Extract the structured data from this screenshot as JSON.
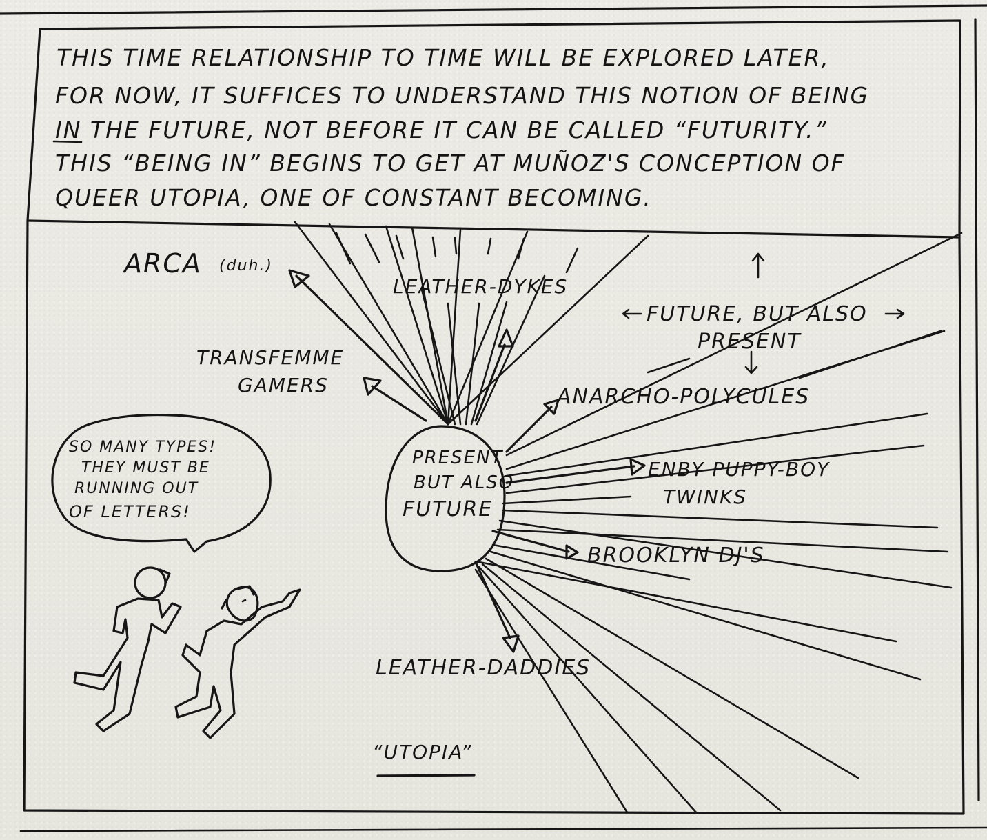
{
  "caption_lines": [
    "THIS TIME RELATIONSHIP TO TIME WILL BE EXPLORED LATER,",
    "FOR NOW, IT SUFFICES TO UNDERSTAND THIS NOTION OF BEING",
    "IN THE FUTURE, NOT BEFORE IT CAN BE CALLED “FUTURITY.”",
    "THIS “BEING IN” BEGINS TO GET AT MUÑOZ'S CONCEPTION OF",
    "QUEER UTOPIA, ONE OF CONSTANT BECOMING."
  ],
  "labels": {
    "arca": "ARCA",
    "arca_note": "(duh.)",
    "leather_dykes": "LEATHER-DYKES",
    "future_also_present_1": "FUTURE, BUT ALSO",
    "future_also_present_2": "PRESENT",
    "transfemme_1": "TRANSFEMME",
    "transfemme_2": "GAMERS",
    "anarcho": "ANARCHO-POLYCULES",
    "enby_1": "ENBY PUPPY-BOY",
    "enby_2": "TWINKS",
    "brooklyn": "BROOKLYN DJ'S",
    "leather_daddies": "LEATHER-DADDIES",
    "utopia": "“UTOPIA”"
  },
  "center_lines": [
    "PRESENT",
    "BUT ALSO",
    "FUTURE"
  ],
  "speech_lines": [
    "SO MANY TYPES!",
    "THEY MUST BE",
    "RUNNING OUT",
    "OF LETTERS!"
  ],
  "colors": {
    "ink": "#161616",
    "paper": "#e9e8e1"
  }
}
